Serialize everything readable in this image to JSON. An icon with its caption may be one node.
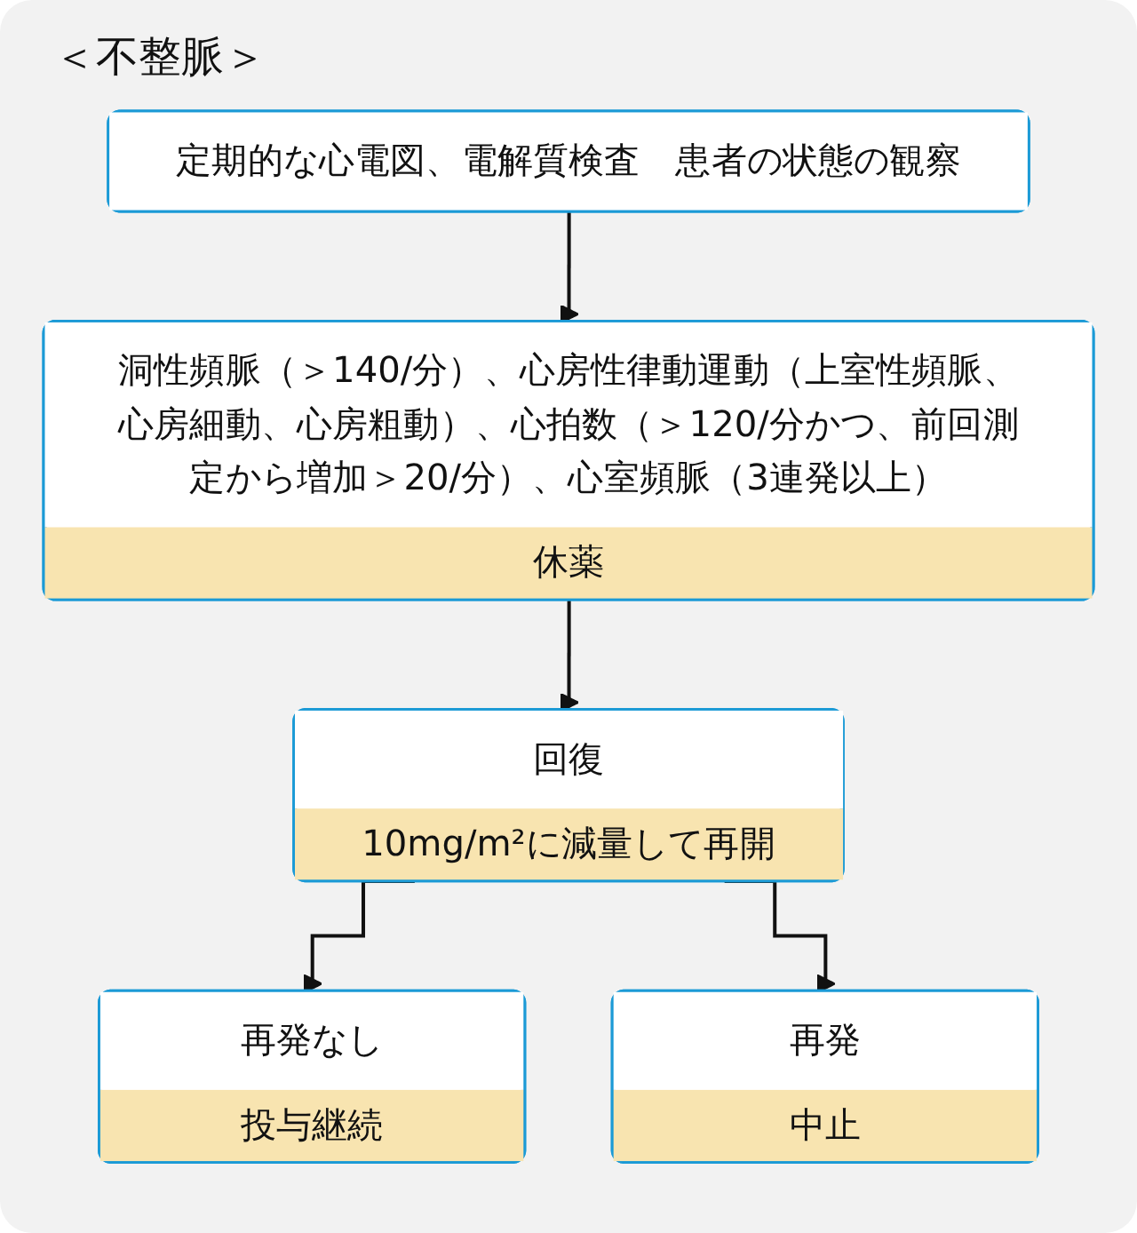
{
  "diagram": {
    "title": "＜不整脈＞",
    "nodes": [
      {
        "text": [
          "定期的な心電図、電解質検査　患者の状態の観察"
        ]
      },
      {
        "text": [
          "洞性頻脈（＞140/分）、心房性律動運動（上室性頻脈、心房細動、心房粗動）、心拍数（＞120/分かつ、前回測定から増加＞20/分）、心室頻脈（3連発以上）",
          "休薬"
        ]
      },
      {
        "text": [
          "回復",
          "10mg/m²に減量して再開"
        ]
      },
      {
        "text": [
          "再発なし",
          "投与継続"
        ]
      },
      {
        "text": [
          "再発",
          "中止"
        ]
      }
    ],
    "edges": [
      {
        "from": 0,
        "to": 1,
        "arrow": "to"
      },
      {
        "from": 1,
        "to": 2,
        "arrow": "to"
      },
      {
        "from": 2,
        "to": 3,
        "arrow": "to"
      },
      {
        "from": 2,
        "to": 4,
        "arrow": "to"
      }
    ]
  }
}
